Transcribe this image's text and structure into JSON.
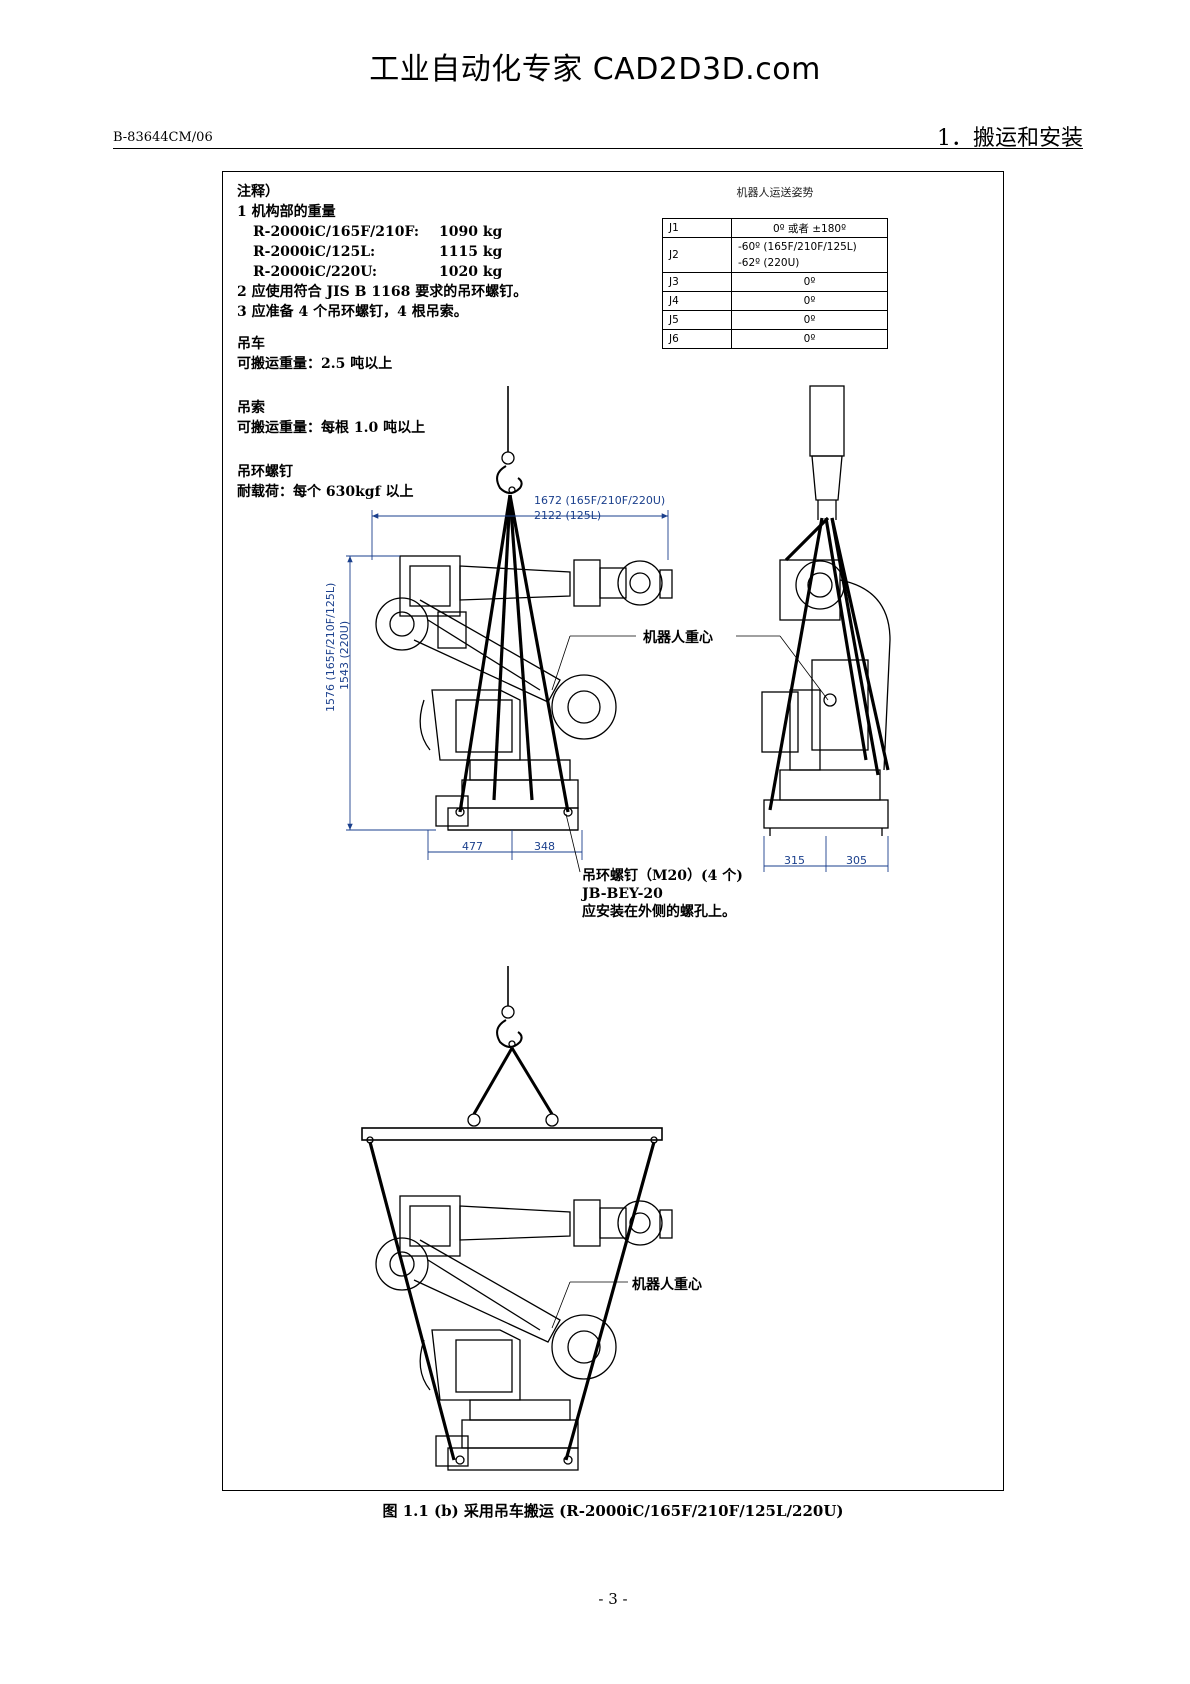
{
  "watermark": "工业自动化专家 CAD2D3D.com",
  "header": {
    "doc_id": "B-83644CM/06",
    "chapter": "1．搬运和安装"
  },
  "notes": {
    "title": "注释）",
    "n1": "1 机构部的重量",
    "weights": [
      {
        "model": "R-2000iC/165F/210F:",
        "value": "1090 kg"
      },
      {
        "model": "R-2000iC/125L:",
        "value": "1115 kg"
      },
      {
        "model": "R-2000iC/220U:",
        "value": "1020 kg"
      }
    ],
    "n2": "2 应使用符合 JIS B 1168 要求的吊环螺钉。",
    "n3": "3 应准备 4 个吊环螺钉，4 根吊索。",
    "crane_title": "吊车",
    "crane_capacity": "可搬运重量：2.5 吨以上",
    "sling_title": "吊索",
    "sling_capacity": "可搬运重量：每根 1.0 吨以上",
    "bolt_title": "吊环螺钉",
    "bolt_load": "耐载荷：每个 630kgf 以上"
  },
  "attitude": {
    "title": "机器人运送姿势",
    "rows": [
      {
        "axis": "J1",
        "value": "0º 或者 ±180º"
      },
      {
        "axis": "J2",
        "value": "-60º (165F/210F/125L)",
        "value2": "-62º (220U)"
      },
      {
        "axis": "J3",
        "value": "0º"
      },
      {
        "axis": "J4",
        "value": "0º"
      },
      {
        "axis": "J5",
        "value": "0º"
      },
      {
        "axis": "J6",
        "value": "0º"
      }
    ]
  },
  "dimensions": {
    "width_a": "1672 (165F/210F/220U)",
    "width_b": "2122 (125L)",
    "height_a": "1576 (165F/210F/125L)",
    "height_b": "1543 (220U)",
    "base_left": "477",
    "base_right": "348",
    "side_left": "315",
    "side_right": "305"
  },
  "labels": {
    "cog": "机器人重心",
    "eyebolt_line1": "吊环螺钉（M20）(4 个)",
    "eyebolt_line2": "JB-BEY-20",
    "eyebolt_line3": "应安装在外侧的螺孔上。"
  },
  "caption": "图 1.1 (b) 采用吊车搬运 (R-2000iC/165F/210F/125L/220U)",
  "page_number": "- 3 -"
}
